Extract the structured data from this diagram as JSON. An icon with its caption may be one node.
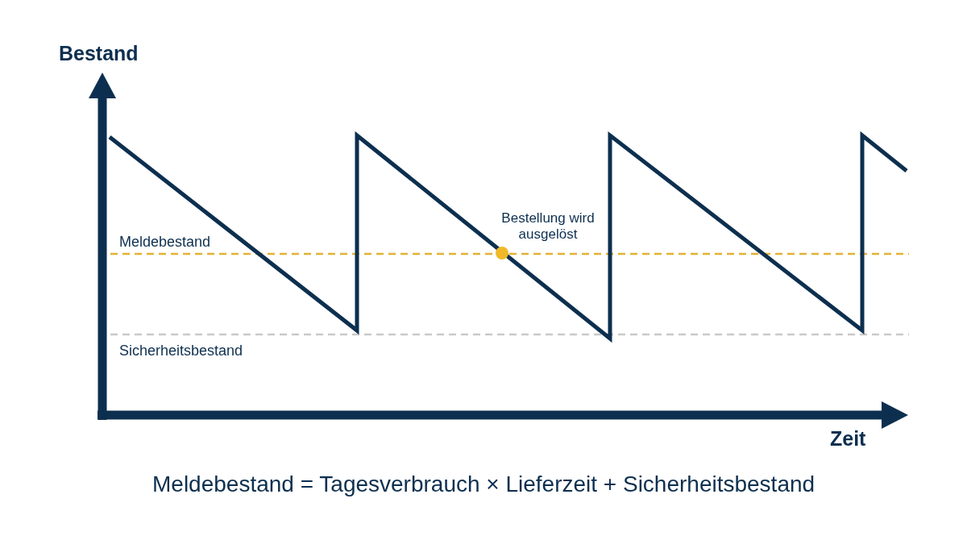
{
  "diagram": {
    "caption": "Meldebestand = Tagesverbrauch × Lieferzeit + Sicherheitsbestand",
    "labels": [
      "Bestand",
      "Meldebestand",
      "Bestellung wird ausgelöst",
      "Sicherheitsbestand",
      "Zeit"
    ]
  }
}
